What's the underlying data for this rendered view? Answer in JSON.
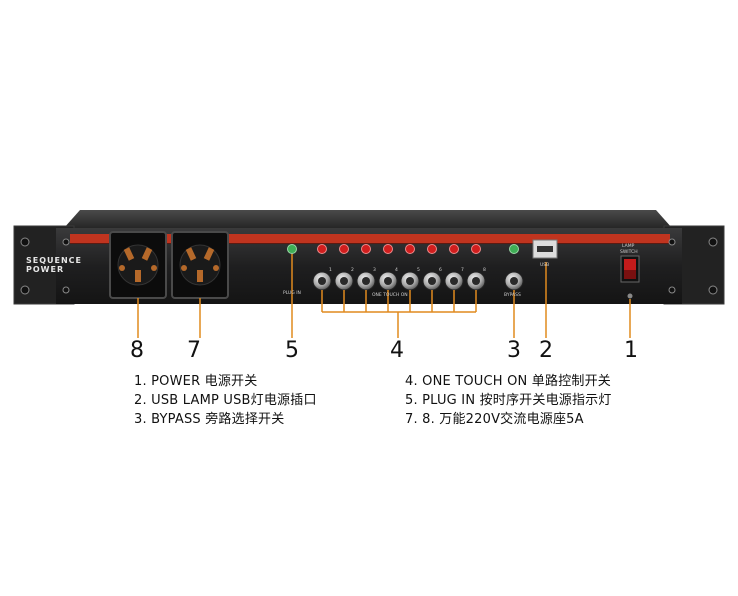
{
  "device": {
    "model_label_line1": "SEQUENCE",
    "model_label_line2": "POWER",
    "plug_in_label": "PLUG IN",
    "one_touch_label": "ONE TOUCH ON",
    "channel_numbers": [
      "1",
      "2",
      "3",
      "4",
      "5",
      "6",
      "7",
      "8"
    ],
    "bypass_label": "BYPASS",
    "usb_label": "USB",
    "lamp_switch_label_line1": "LAMP",
    "lamp_switch_label_line2": "SWITCH",
    "colors": {
      "panel": "#1f1f20",
      "red_stripe": "#c0341f",
      "led_red": "#d11e1e",
      "led_green": "#3fae56",
      "callout_line": "#e08a1e"
    }
  },
  "callouts": [
    "8",
    "7",
    "5",
    "4",
    "3",
    "2",
    "1"
  ],
  "legend": {
    "left": [
      "1. POWER 电源开关",
      "2. USB LAMP USB灯电源插口",
      "3. BYPASS 旁路选择开关"
    ],
    "right": [
      "4. ONE TOUCH ON 单路控制开关",
      "5. PLUG IN 按时序开关电源指示灯",
      "7. 8. 万能220V交流电源座5A"
    ]
  }
}
